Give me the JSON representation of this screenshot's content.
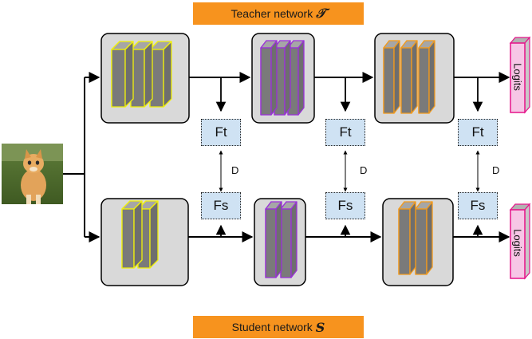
{
  "teacher_banner": {
    "label": "Teacher network",
    "symbol": "𝒯"
  },
  "student_banner": {
    "label": "Student network",
    "symbol": "S"
  },
  "teacher_features": [
    "Ft",
    "Ft",
    "Ft"
  ],
  "student_features": [
    "Fs",
    "Fs",
    "Fs"
  ],
  "distance_labels": [
    "D",
    "D",
    "D"
  ],
  "output_labels": [
    "Logits",
    "Logits"
  ],
  "colors": {
    "stage1": "#f1f10a",
    "stage2": "#9b30d9",
    "stage3": "#f39a1b",
    "block_fill": "#d9d9d9",
    "feature_fill": "#cfe2f3",
    "banner": "#f7931e",
    "logits": "#e5148a"
  },
  "input_image": "kitten-photo"
}
